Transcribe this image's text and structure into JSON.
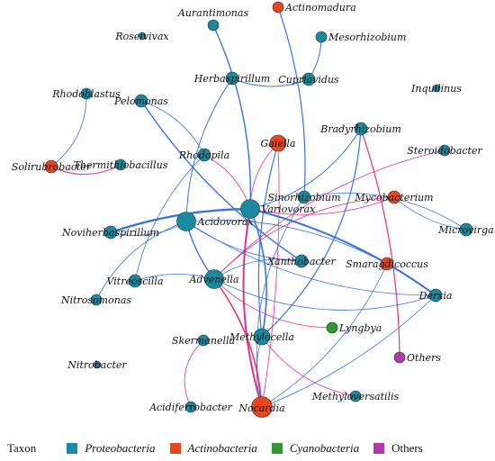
{
  "colors": {
    "proteobacteria": "#1A8AA0",
    "actinobacteria": "#E8461E",
    "cyanobacteria": "#2E9A2E",
    "others": "#B23AA8",
    "edge_positive": "#2C6BE0",
    "edge_negative": "#E0287A",
    "node_stroke": "#2a2a2a"
  },
  "legend": {
    "title": "Taxon",
    "items": [
      {
        "key": "proteobacteria",
        "label": "Proteobacteria",
        "italic": true
      },
      {
        "key": "actinobacteria",
        "label": "Actinobacteria",
        "italic": true
      },
      {
        "key": "cyanobacteria",
        "label": "Cyanobacteria",
        "italic": true
      },
      {
        "key": "others",
        "label": "Others",
        "italic": false
      }
    ]
  },
  "network": {
    "nodes": [
      {
        "id": "Aurantimonas",
        "label": "Aurantimonas",
        "group": "proteobacteria",
        "degree": 1
      },
      {
        "id": "Actinomadura",
        "label": "Actinomadura",
        "group": "actinobacteria",
        "degree": 1
      },
      {
        "id": "Roseivivax",
        "label": "Roseivivax",
        "group": "proteobacteria",
        "degree": 0
      },
      {
        "id": "Mesorhizobium",
        "label": "Mesorhizobium",
        "group": "proteobacteria",
        "degree": 1
      },
      {
        "id": "Herbaspirillum",
        "label": "Herbaspirillum",
        "group": "proteobacteria",
        "degree": 2
      },
      {
        "id": "Cupriavidus",
        "label": "Cupriavidus",
        "group": "proteobacteria",
        "degree": 2
      },
      {
        "id": "Inquilinus",
        "label": "Inquilinus",
        "group": "proteobacteria",
        "degree": 0
      },
      {
        "id": "Rhodoblastus",
        "label": "Rhodoblastus",
        "group": "proteobacteria",
        "degree": 1
      },
      {
        "id": "Pelomonas",
        "label": "Pelomonas",
        "group": "proteobacteria",
        "degree": 2
      },
      {
        "id": "Bradyrhizobium",
        "label": "Bradyrhizobium",
        "group": "proteobacteria",
        "degree": 2
      },
      {
        "id": "Gaiella",
        "label": "Gaiella",
        "group": "actinobacteria",
        "degree": 4
      },
      {
        "id": "Steroidobacter",
        "label": "Steroidobacter",
        "group": "proteobacteria",
        "degree": 1
      },
      {
        "id": "Rhodopila",
        "label": "Rhodopila",
        "group": "proteobacteria",
        "degree": 2
      },
      {
        "id": "Solirubrobacter",
        "label": "Solirubrobacter",
        "group": "actinobacteria",
        "degree": 2
      },
      {
        "id": "Thermithiobacillus",
        "label": "Thermithiobacillus",
        "group": "proteobacteria",
        "degree": 1
      },
      {
        "id": "Sinorhizobium",
        "label": "Sinorhizobium",
        "group": "proteobacteria",
        "degree": 3
      },
      {
        "id": "Mycobacterium",
        "label": "Mycobacterium",
        "group": "actinobacteria",
        "degree": 3
      },
      {
        "id": "Variovorax",
        "label": "Variovorax",
        "group": "proteobacteria",
        "degree": 7
      },
      {
        "id": "Acidovorax",
        "label": "Acidovorax",
        "group": "proteobacteria",
        "degree": 7
      },
      {
        "id": "Noviherbaspirillum",
        "label": "Noviherbaspirillum",
        "group": "proteobacteria",
        "degree": 2
      },
      {
        "id": "Microvirga",
        "label": "Microvirga",
        "group": "proteobacteria",
        "degree": 2
      },
      {
        "id": "Xanthobacter",
        "label": "Xanthobacter",
        "group": "proteobacteria",
        "degree": 2
      },
      {
        "id": "Smaragdicoccus",
        "label": "Smaragdicoccus",
        "group": "actinobacteria",
        "degree": 2
      },
      {
        "id": "Vitreoscilla",
        "label": "Vitreoscilla",
        "group": "proteobacteria",
        "degree": 2
      },
      {
        "id": "Advenella",
        "label": "Advenella",
        "group": "proteobacteria",
        "degree": 7
      },
      {
        "id": "Derxia",
        "label": "Derxia",
        "group": "proteobacteria",
        "degree": 3
      },
      {
        "id": "Nitrosomonas",
        "label": "Nitrosomonas",
        "group": "proteobacteria",
        "degree": 1
      },
      {
        "id": "Lyngbya",
        "label": "Lyngbya",
        "group": "cyanobacteria",
        "degree": 1
      },
      {
        "id": "Skermanella",
        "label": "Skermanella",
        "group": "proteobacteria",
        "degree": 1
      },
      {
        "id": "Methylocella",
        "label": "Methylocella",
        "group": "proteobacteria",
        "degree": 4
      },
      {
        "id": "Nitrobacter",
        "label": "Nitrobacter",
        "group": "proteobacteria",
        "degree": 0
      },
      {
        "id": "Others",
        "label": "Others",
        "group": "others",
        "degree": 1
      },
      {
        "id": "Acidiferrobacter",
        "label": "Acidiferrobacter",
        "group": "proteobacteria",
        "degree": 1
      },
      {
        "id": "Methyloversatilis",
        "label": "Methyloversatilis",
        "group": "proteobacteria",
        "degree": 1
      },
      {
        "id": "Nocardia",
        "label": "Nocardia",
        "group": "actinobacteria",
        "degree": 8
      }
    ],
    "edges": [
      {
        "source": "Aurantimonas",
        "target": "Variovorax",
        "sign": "positive",
        "weight": 1.4
      },
      {
        "source": "Actinomadura",
        "target": "Sinorhizobium",
        "sign": "positive",
        "weight": 1.2
      },
      {
        "source": "Cupriavidus",
        "target": "Mesorhizobium",
        "sign": "positive",
        "weight": 1.0
      },
      {
        "source": "Herbaspirillum",
        "target": "Cupriavidus",
        "sign": "positive",
        "weight": 1.0
      },
      {
        "source": "Rhodoblastus",
        "target": "Solirubrobacter",
        "sign": "positive",
        "weight": 0.8
      },
      {
        "source": "Solirubrobacter",
        "target": "Thermithiobacillus",
        "sign": "negative",
        "weight": 1.0
      },
      {
        "source": "Pelomonas",
        "target": "Xanthobacter",
        "sign": "positive",
        "weight": 1.4
      },
      {
        "source": "Herbaspirillum",
        "target": "Acidovorax",
        "sign": "positive",
        "weight": 1.0
      },
      {
        "source": "Pelomonas",
        "target": "Rhodopila",
        "sign": "positive",
        "weight": 0.8
      },
      {
        "source": "Bradyrhizobium",
        "target": "Others",
        "sign": "negative",
        "weight": 1.2
      },
      {
        "source": "Bradyrhizobium",
        "target": "Variovorax",
        "sign": "positive",
        "weight": 1.0
      },
      {
        "source": "Gaiella",
        "target": "Methylocella",
        "sign": "positive",
        "weight": 1.2
      },
      {
        "source": "Gaiella",
        "target": "Variovorax",
        "sign": "negative",
        "weight": 0.8
      },
      {
        "source": "Gaiella",
        "target": "Nocardia",
        "sign": "negative",
        "weight": 0.8
      },
      {
        "source": "Steroidobacter",
        "target": "Advenella",
        "sign": "negative",
        "weight": 0.8
      },
      {
        "source": "Rhodopila",
        "target": "Variovorax",
        "sign": "negative",
        "weight": 0.8
      },
      {
        "source": "Rhodopila",
        "target": "Vitreoscilla",
        "sign": "positive",
        "weight": 0.8
      },
      {
        "source": "Noviherbaspirillum",
        "target": "Variovorax",
        "sign": "positive",
        "weight": 2.4
      },
      {
        "source": "Noviherbaspirillum",
        "target": "Acidovorax",
        "sign": "positive",
        "weight": 0.8
      },
      {
        "source": "Variovorax",
        "target": "Derxia",
        "sign": "positive",
        "weight": 2.0
      },
      {
        "source": "Variovorax",
        "target": "Mycobacterium",
        "sign": "negative",
        "weight": 0.8
      },
      {
        "source": "Variovorax",
        "target": "Nocardia",
        "sign": "negative",
        "weight": 2.0
      },
      {
        "source": "Variovorax",
        "target": "Methylocella",
        "sign": "positive",
        "weight": 1.6
      },
      {
        "source": "Acidovorax",
        "target": "Nitrosomonas",
        "sign": "positive",
        "weight": 0.8
      },
      {
        "source": "Acidovorax",
        "target": "Advenella",
        "sign": "positive",
        "weight": 1.4
      },
      {
        "source": "Acidovorax",
        "target": "Derxia",
        "sign": "positive",
        "weight": 0.8
      },
      {
        "source": "Acidovorax",
        "target": "Smaragdicoccus",
        "sign": "positive",
        "weight": 0.8
      },
      {
        "source": "Acidovorax",
        "target": "Xanthobacter",
        "sign": "positive",
        "weight": 0.8
      },
      {
        "source": "Sinorhizobium",
        "target": "Microvirga",
        "sign": "positive",
        "weight": 0.8
      },
      {
        "source": "Sinorhizobium",
        "target": "Nocardia",
        "sign": "positive",
        "weight": 0.8
      },
      {
        "source": "Mycobacterium",
        "target": "Advenella",
        "sign": "negative",
        "weight": 0.8
      },
      {
        "source": "Mycobacterium",
        "target": "Microvirga",
        "sign": "positive",
        "weight": 0.8
      },
      {
        "source": "Smaragdicoccus",
        "target": "Nocardia",
        "sign": "positive",
        "weight": 0.8
      },
      {
        "source": "Vitreoscilla",
        "target": "Advenella",
        "sign": "positive",
        "weight": 0.8
      },
      {
        "source": "Advenella",
        "target": "Nocardia",
        "sign": "negative",
        "weight": 1.6
      },
      {
        "source": "Advenella",
        "target": "Lyngbya",
        "sign": "negative",
        "weight": 0.8
      },
      {
        "source": "Advenella",
        "target": "Xanthobacter",
        "sign": "positive",
        "weight": 0.8
      },
      {
        "source": "Advenella",
        "target": "Derxia",
        "sign": "positive",
        "weight": 0.8
      },
      {
        "source": "Skermanella",
        "target": "Acidiferrobacter",
        "sign": "negative",
        "weight": 0.8
      },
      {
        "source": "Methylocella",
        "target": "Methyloversatilis",
        "sign": "negative",
        "weight": 0.8
      },
      {
        "source": "Methylocella",
        "target": "Nocardia",
        "sign": "positive",
        "weight": 0.8
      },
      {
        "source": "Methylocella",
        "target": "Bradyrhizobium",
        "sign": "positive",
        "weight": 1.2
      },
      {
        "source": "Nocardia",
        "target": "Derxia",
        "sign": "positive",
        "weight": 0.8
      }
    ]
  }
}
